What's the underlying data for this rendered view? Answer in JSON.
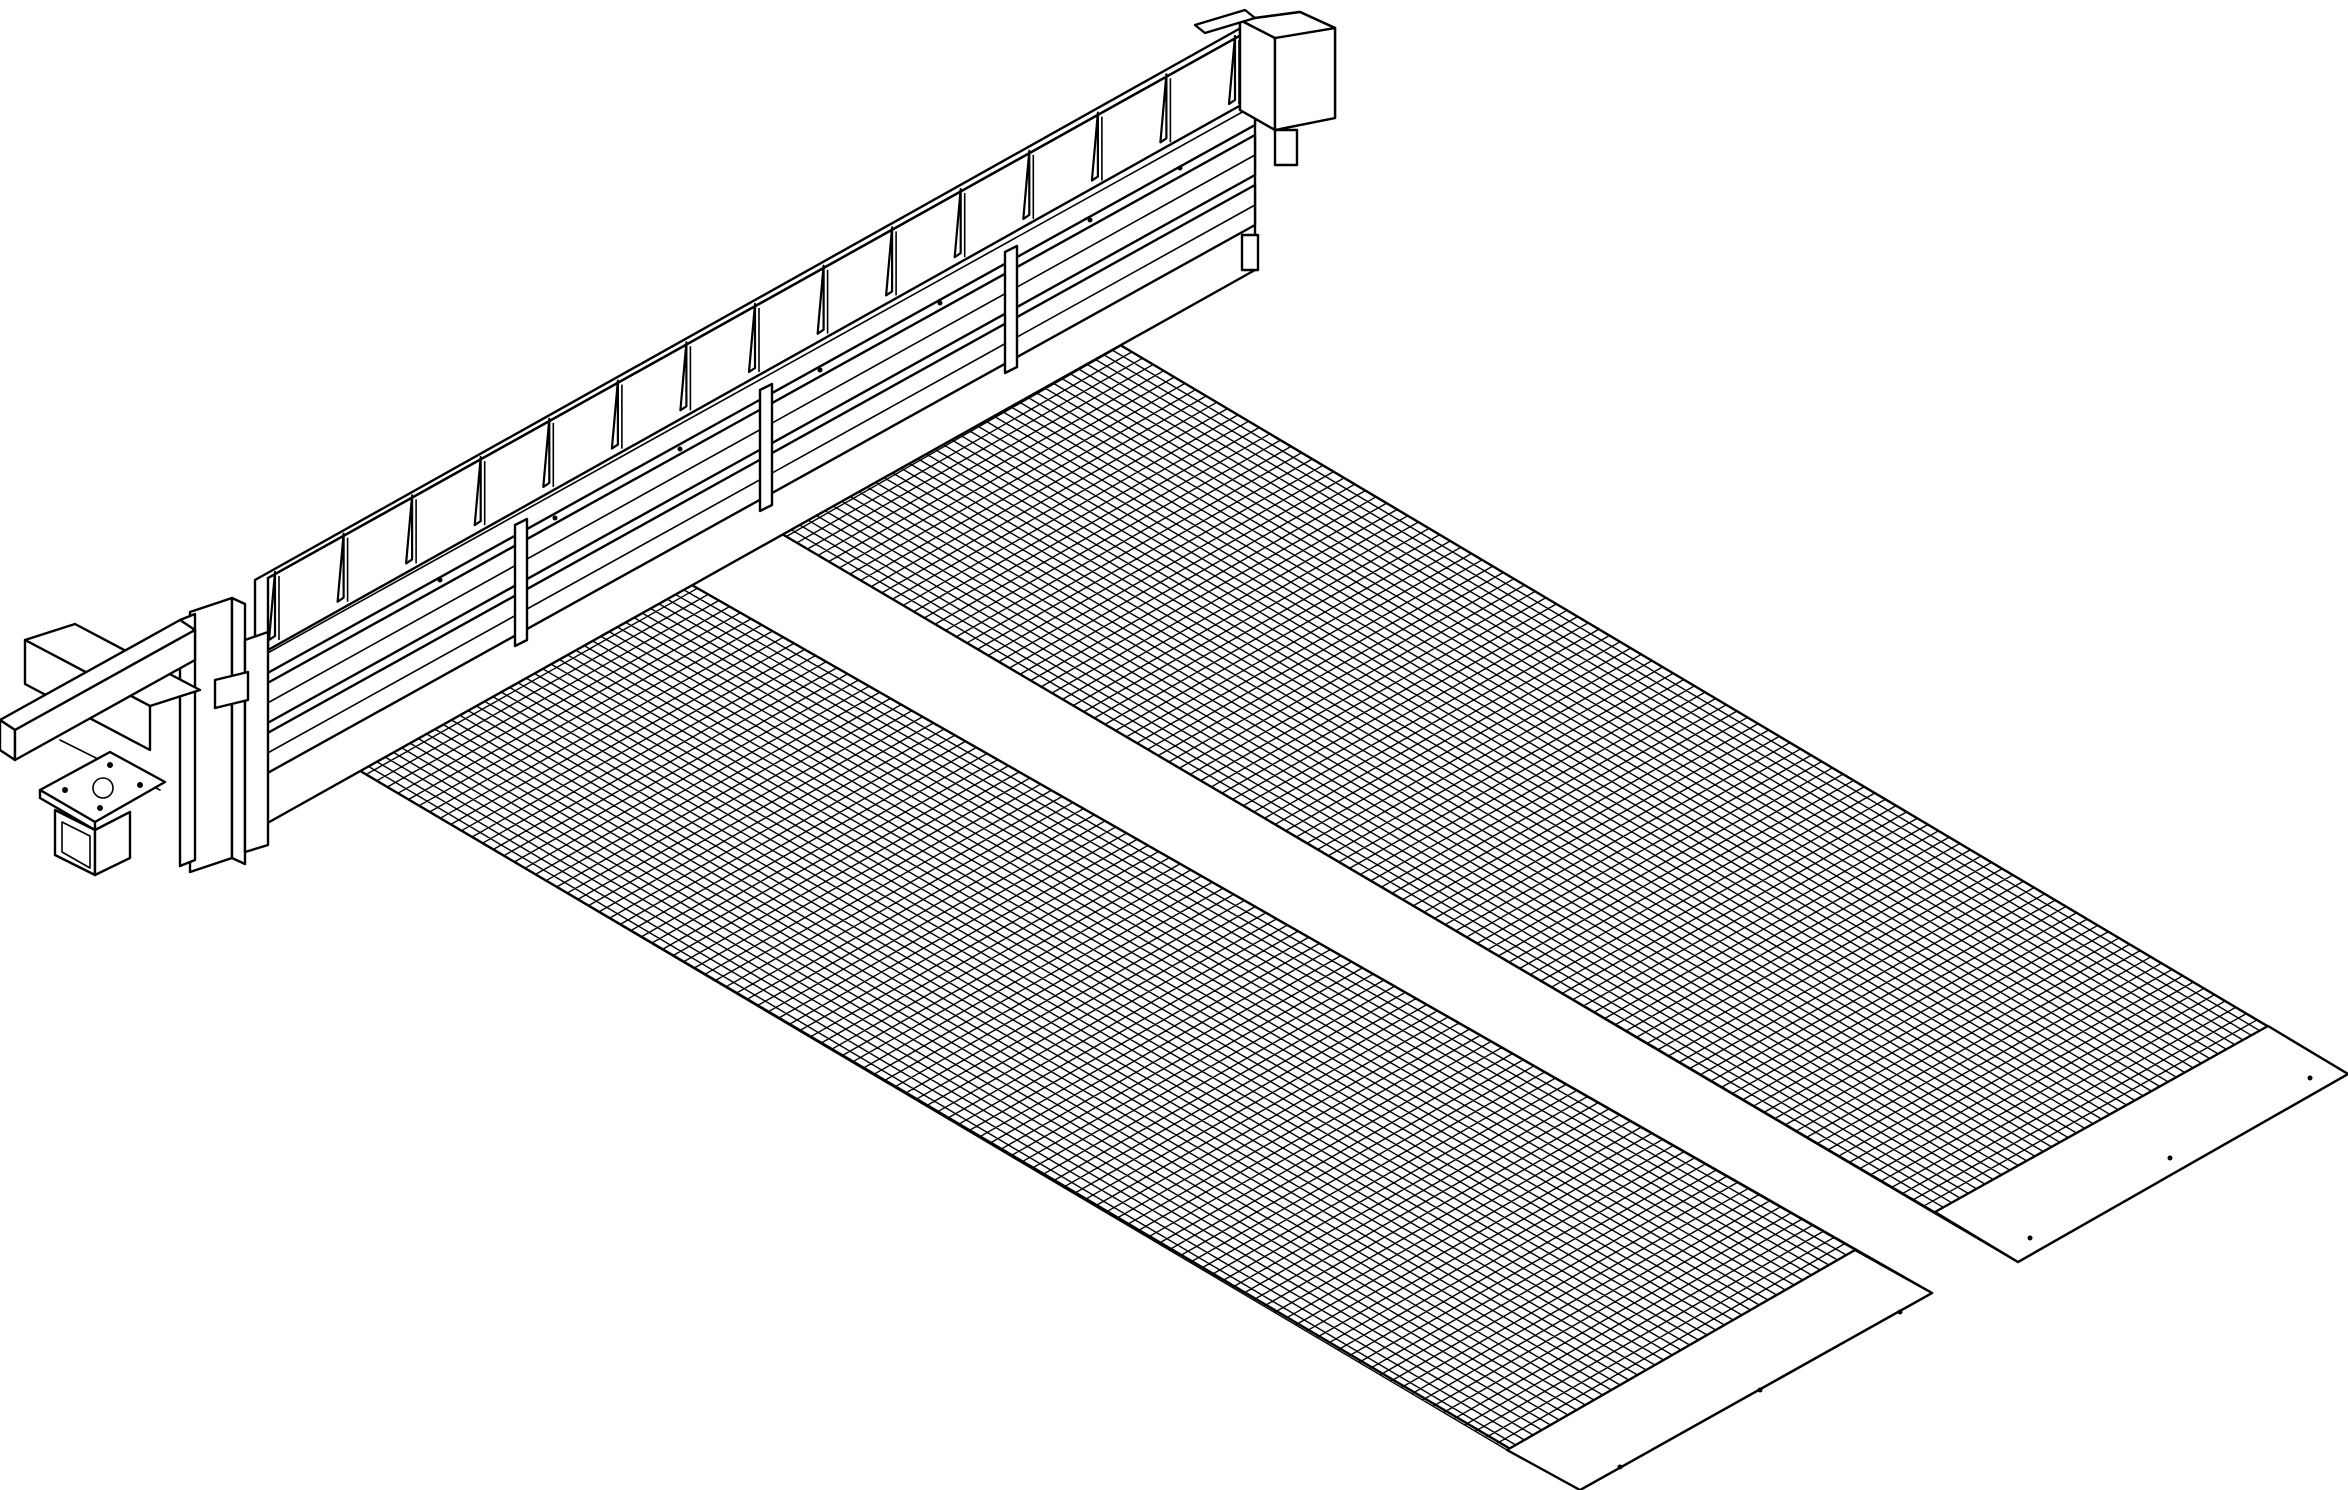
{
  "drawing": {
    "line_color": "#000000",
    "background_color": "#ffffff",
    "style": "isometric line drawing",
    "mats": {
      "count": 2,
      "pattern": "square grid",
      "grid_divisions_long": 110,
      "grid_divisions_short": 40
    }
  }
}
